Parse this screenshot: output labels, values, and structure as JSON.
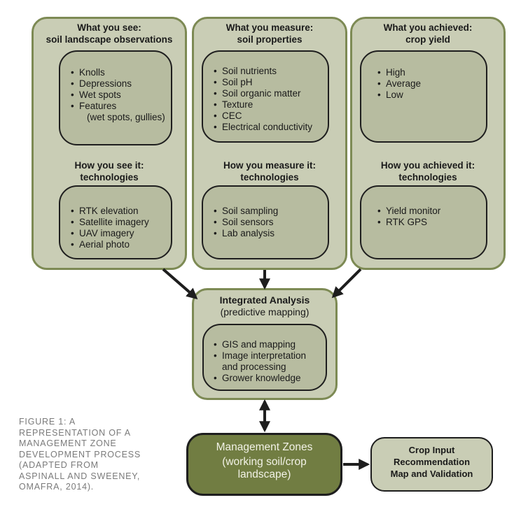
{
  "columns": [
    {
      "top_heading": [
        "What you see:",
        "soil landscape observations"
      ],
      "top_items": [
        {
          "label": "Knolls"
        },
        {
          "label": "Depressions"
        },
        {
          "label": "Wet spots"
        },
        {
          "label": "Features",
          "sub": "(wet spots, gullies)"
        }
      ],
      "bottom_heading": [
        "How you see it:",
        "technologies"
      ],
      "bottom_items": [
        "RTK elevation",
        "Satellite imagery",
        "UAV imagery",
        "Aerial photo"
      ]
    },
    {
      "top_heading": [
        "What you measure:",
        "soil properties"
      ],
      "top_items": [
        {
          "label": "Soil nutrients"
        },
        {
          "label": "Soil pH"
        },
        {
          "label": "Soil organic matter"
        },
        {
          "label": "Texture"
        },
        {
          "label": "CEC"
        },
        {
          "label": "Electrical conductivity"
        }
      ],
      "bottom_heading": [
        "How you measure it:",
        "technologies"
      ],
      "bottom_items": [
        "Soil sampling",
        "Soil sensors",
        "Lab analysis"
      ]
    },
    {
      "top_heading": [
        "What you achieved:",
        "crop yield"
      ],
      "top_items": [
        {
          "label": "High"
        },
        {
          "label": "Average"
        },
        {
          "label": "Low"
        }
      ],
      "bottom_heading": [
        "How you achieved it:",
        "technologies"
      ],
      "bottom_items": [
        "Yield monitor",
        "RTK GPS"
      ]
    }
  ],
  "integrated": {
    "title": "Integrated Analysis",
    "subtitle": "(predictive mapping)",
    "items": [
      "GIS and mapping",
      "Image interpretation",
      "and processing",
      "Grower knowledge"
    ]
  },
  "management_zones": {
    "title": "Management Zones",
    "line2": "(working soil/crop",
    "line3": "landscape)"
  },
  "crop_input": [
    "Crop Input",
    "Recommendation",
    "Map and Validation"
  ],
  "caption": [
    "FIGURE 1: A",
    "REPRESENTATION OF A",
    "MANAGEMENT ZONE",
    "DEVELOPMENT PROCESS",
    "(ADAPTED FROM",
    "ASPINALL AND SWEENEY,",
    "OMAFRA, 2014)."
  ],
  "colors": {
    "panel_fill": "#c9cdb5",
    "panel_border": "#7d8a54",
    "inner_fill": "#b7bca0",
    "zone_fill": "#717d42",
    "caption_text": "#7a7a7a"
  }
}
